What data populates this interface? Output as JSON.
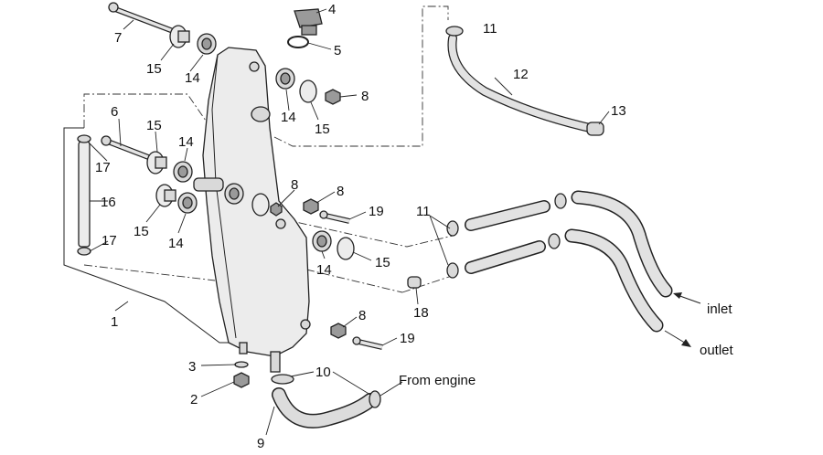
{
  "callouts": [
    "1",
    "2",
    "3",
    "4",
    "5",
    "6",
    "7",
    "8",
    "9",
    "10",
    "11",
    "12",
    "13",
    "14",
    "15",
    "16",
    "17",
    "18",
    "19"
  ],
  "captions": {
    "inlet": "inlet",
    "outlet": "outlet",
    "from_engine": "From engine"
  },
  "colors": {
    "line": "#222222",
    "part_fill": "#d9d9d9",
    "cap_fill": "#9a9a9a",
    "background": "#ffffff"
  }
}
